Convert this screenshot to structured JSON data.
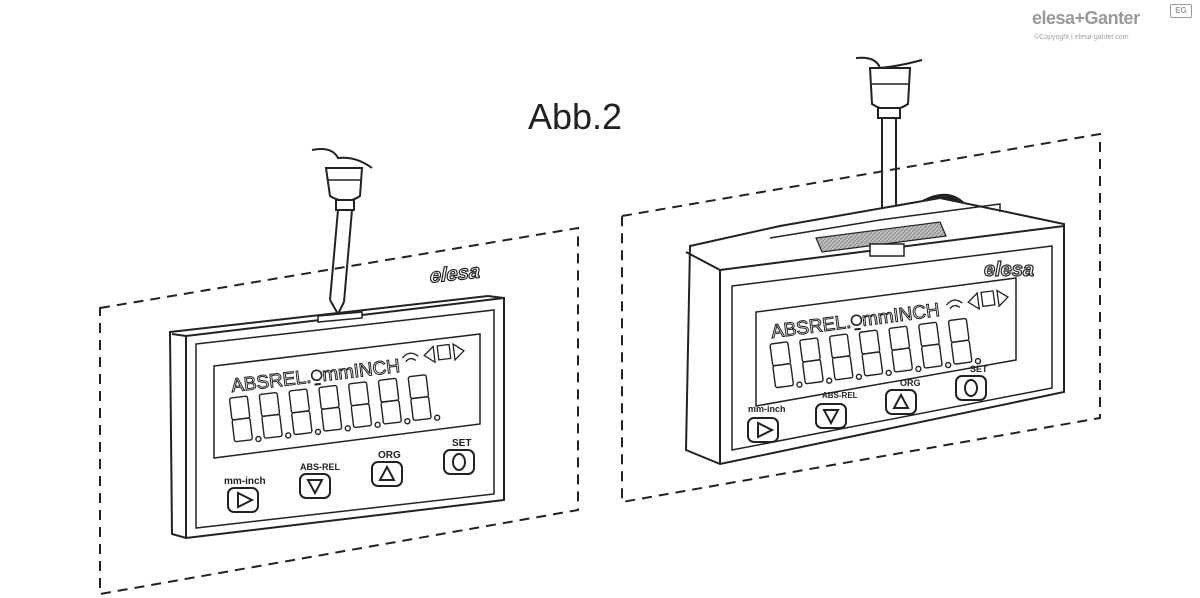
{
  "title": "Abb.2",
  "brand": {
    "name": "elesa+Ganter",
    "copyright": "©Copyright | elesa-ganter.com",
    "badge": "EG"
  },
  "device_left": {
    "logo": "elesa",
    "indicators": "ABSREL.⍜mmINCH",
    "buttons": [
      "mm-inch",
      "ABS-REL",
      "ORG",
      "SET"
    ]
  },
  "device_right": {
    "logo": "elesa",
    "indicators": "ABSREL.⍜mmINCH",
    "buttons": [
      "mm-inch",
      "ABS-REL",
      "ORG",
      "SET"
    ]
  }
}
